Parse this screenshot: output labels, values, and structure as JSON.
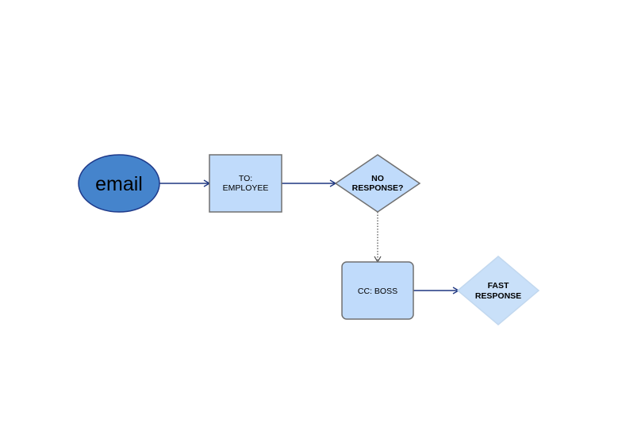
{
  "colors": {
    "oval_fill": "#4584cc",
    "oval_stroke": "#1f3a8a",
    "box_fill": "#c0dbfb",
    "box_stroke": "#707070",
    "light_diamond_fill": "#c9e0f9",
    "light_diamond_stroke": "#c2d8ef",
    "arrow": "#1e3680",
    "dotted": "#4d4d4d",
    "text": "#000000"
  },
  "nodes": {
    "email": {
      "label": "email"
    },
    "to_employee": {
      "line1": "TO:",
      "line2": "EMPLOYEE"
    },
    "no_response": {
      "line1": "NO",
      "line2": "RESPONSE?"
    },
    "cc_boss": {
      "label": "CC: BOSS"
    },
    "fast_response": {
      "line1": "FAST",
      "line2": "RESPONSE"
    }
  },
  "edges": [
    {
      "from": "email",
      "to": "to_employee",
      "style": "solid"
    },
    {
      "from": "to_employee",
      "to": "no_response",
      "style": "solid"
    },
    {
      "from": "no_response",
      "to": "cc_boss",
      "style": "dotted"
    },
    {
      "from": "cc_boss",
      "to": "fast_response",
      "style": "solid"
    }
  ]
}
